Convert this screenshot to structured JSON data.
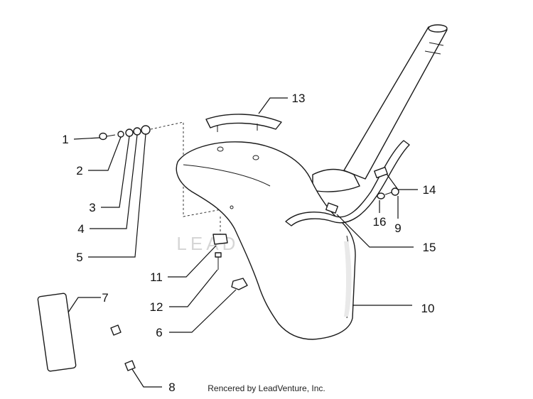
{
  "diagram": {
    "callouts": [
      {
        "label": "1"
      },
      {
        "label": "2"
      },
      {
        "label": "3"
      },
      {
        "label": "4"
      },
      {
        "label": "5"
      },
      {
        "label": "6"
      },
      {
        "label": "7"
      },
      {
        "label": "8"
      },
      {
        "label": "9"
      },
      {
        "label": "10"
      },
      {
        "label": "11"
      },
      {
        "label": "12"
      },
      {
        "label": "13"
      },
      {
        "label": "14"
      },
      {
        "label": "15"
      },
      {
        "label": "16"
      }
    ]
  },
  "watermark": {
    "text": "LEADVENTURE"
  },
  "footer": {
    "credit": "Rencered by LeadVenture, Inc."
  }
}
